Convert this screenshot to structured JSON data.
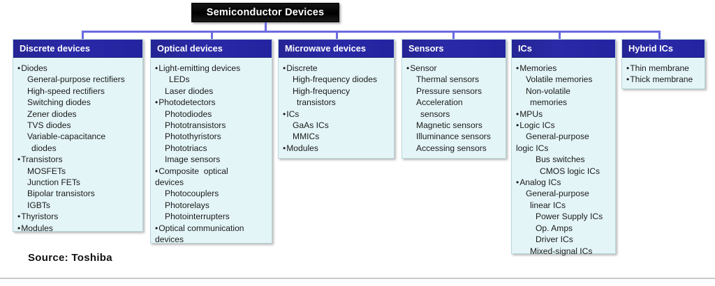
{
  "root": {
    "title": "Semiconductor Devices"
  },
  "columns": [
    {
      "name": "discrete-devices",
      "title": "Discrete devices",
      "items": [
        {
          "level": 0,
          "text": "Diodes"
        },
        {
          "level": 1,
          "text": "General-purpose rectifiers"
        },
        {
          "level": 1,
          "text": "High-speed rectifiers"
        },
        {
          "level": 1,
          "text": "Switching diodes"
        },
        {
          "level": 1,
          "text": "Zener diodes"
        },
        {
          "level": 1,
          "text": "TVS diodes"
        },
        {
          "level": 1,
          "text": "Variable-capacitance"
        },
        {
          "level": "1i",
          "text": "diodes"
        },
        {
          "level": 0,
          "text": "Transistors"
        },
        {
          "level": 1,
          "text": "MOSFETs"
        },
        {
          "level": 1,
          "text": "Junction FETs"
        },
        {
          "level": 1,
          "text": "Bipolar transistors"
        },
        {
          "level": 1,
          "text": "IGBTs"
        },
        {
          "level": 0,
          "text": "Thyristors"
        },
        {
          "level": 0,
          "text": "Modules"
        }
      ]
    },
    {
      "name": "optical-devices",
      "title": "Optical devices",
      "items": [
        {
          "level": 0,
          "text": "Light-emitting devices"
        },
        {
          "level": "1i",
          "text": "LEDs"
        },
        {
          "level": 1,
          "text": "Laser diodes"
        },
        {
          "level": 0,
          "text": "Photodetectors"
        },
        {
          "level": 1,
          "text": "Photodiodes"
        },
        {
          "level": 1,
          "text": "Phototransistors"
        },
        {
          "level": 1,
          "text": "Photothyristors"
        },
        {
          "level": 1,
          "text": "Phototriacs"
        },
        {
          "level": 1,
          "text": "Image sensors"
        },
        {
          "level": 0,
          "text": "Composite  optical"
        },
        {
          "level": "0n",
          "text": "devices"
        },
        {
          "level": 1,
          "text": "Photocouplers"
        },
        {
          "level": 1,
          "text": "Photorelays"
        },
        {
          "level": 1,
          "text": "Photointerrupters"
        },
        {
          "level": 0,
          "text": "Optical communication"
        },
        {
          "level": "0n",
          "text": "devices"
        }
      ]
    },
    {
      "name": "microwave-devices",
      "title": "Microwave devices",
      "items": [
        {
          "level": 0,
          "text": "Discrete"
        },
        {
          "level": 1,
          "text": "High-frequency diodes"
        },
        {
          "level": 1,
          "text": "High-frequency"
        },
        {
          "level": "1i",
          "text": "transistors"
        },
        {
          "level": 0,
          "text": "ICs"
        },
        {
          "level": 1,
          "text": "GaAs ICs"
        },
        {
          "level": 1,
          "text": "MMICs"
        },
        {
          "level": 0,
          "text": "Modules"
        }
      ]
    },
    {
      "name": "sensors",
      "title": "Sensors",
      "items": [
        {
          "level": 0,
          "text": "Sensor"
        },
        {
          "level": 1,
          "text": "Thermal sensors"
        },
        {
          "level": 1,
          "text": "Pressure sensors"
        },
        {
          "level": 1,
          "text": "Acceleration"
        },
        {
          "level": "1i",
          "text": "sensors"
        },
        {
          "level": 1,
          "text": "Magnetic sensors"
        },
        {
          "level": 1,
          "text": "Illuminance sensors"
        },
        {
          "level": 1,
          "text": "Accessing sensors"
        }
      ]
    },
    {
      "name": "ics",
      "title": "ICs",
      "items": [
        {
          "level": 0,
          "text": "Memories"
        },
        {
          "level": 1,
          "text": "Volatile memories"
        },
        {
          "level": 1,
          "text": "Non-volatile"
        },
        {
          "level": "1i",
          "text": "memories"
        },
        {
          "level": 0,
          "text": "MPUs"
        },
        {
          "level": 0,
          "text": "Logic ICs"
        },
        {
          "level": 1,
          "text": "General-purpose"
        },
        {
          "level": "0n",
          "text": "logic ICs"
        },
        {
          "level": 2,
          "text": "Bus switches"
        },
        {
          "level": "2i",
          "text": "CMOS logic ICs"
        },
        {
          "level": 0,
          "text": "Analog ICs"
        },
        {
          "level": 1,
          "text": "General-purpose"
        },
        {
          "level": "1i",
          "text": "linear ICs"
        },
        {
          "level": 2,
          "text": "Power Supply ICs"
        },
        {
          "level": 2,
          "text": "Op. Amps"
        },
        {
          "level": 2,
          "text": "Driver ICs"
        },
        {
          "level": "1i",
          "text": "Mixed-signal ICs"
        }
      ]
    },
    {
      "name": "hybrid-ics",
      "title": "Hybrid ICs",
      "items": [
        {
          "level": 0,
          "text": "Thin membrane"
        },
        {
          "level": 0,
          "text": "Thick membrane"
        }
      ]
    }
  ],
  "source": {
    "caption": "Source:  Toshiba"
  },
  "colors": {
    "header_blue": "#2a2aa8",
    "body_cyan": "#e4f5f7",
    "connector": "#6a6ae0",
    "root_black": "#000000"
  }
}
